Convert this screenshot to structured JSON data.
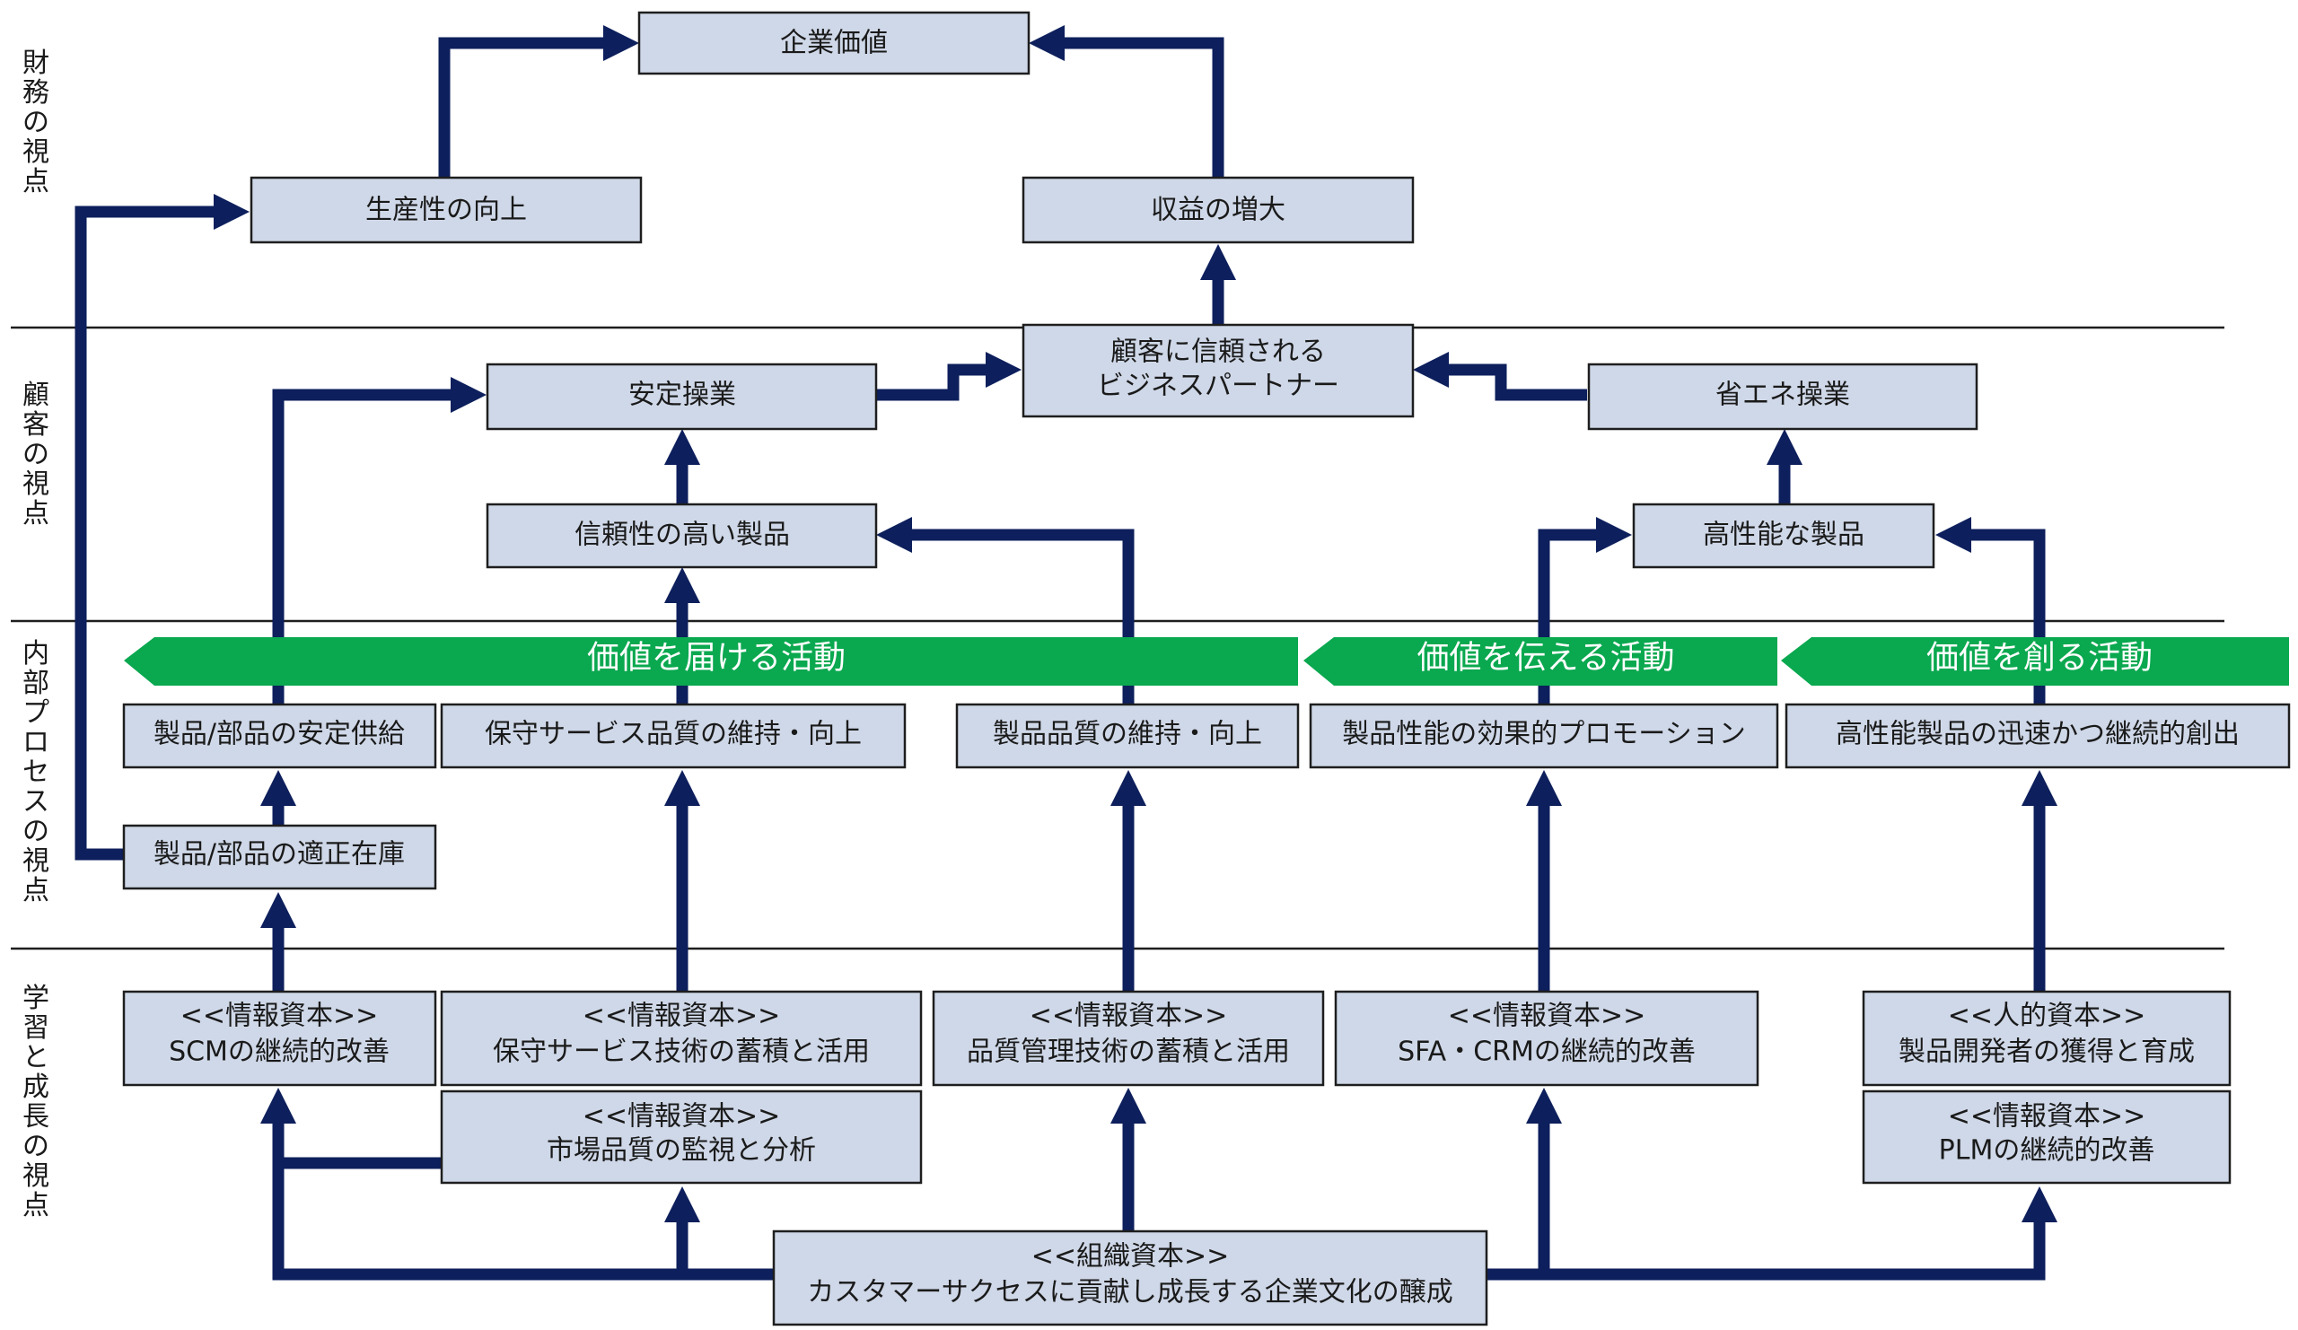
{
  "perspectives": {
    "financial": "財務の視点",
    "customer": "顧客の視点",
    "internal": "内部プロセスの視点",
    "learning": "学習と成長の視点"
  },
  "financial": {
    "corporate_value": "企業価値",
    "productivity": "生産性の向上",
    "revenue": "収益の増大"
  },
  "customer": {
    "trusted_partner": [
      "顧客に信頼される",
      "ビジネスパートナー"
    ],
    "stable_operation": "安定操業",
    "energy_saving": "省エネ操業",
    "reliable_products": "信頼性の高い製品",
    "high_performance": "高性能な製品"
  },
  "internal": {
    "banner_deliver": "価値を届ける活動",
    "banner_communicate": "価値を伝える活動",
    "banner_create": "価値を創る活動",
    "stable_supply": "製品/部品の安定供給",
    "service_quality": "保守サービス品質の維持・向上",
    "product_quality": "製品品質の維持・向上",
    "promotion": "製品性能の効果的プロモーション",
    "rapid_creation": "高性能製品の迅速かつ継続的創出",
    "inventory": "製品/部品の適正在庫"
  },
  "learning": {
    "scm": [
      "<<情報資本>>",
      "SCMの継続的改善"
    ],
    "service_tech": [
      "<<情報資本>>",
      "保守サービス技術の蓄積と活用"
    ],
    "market_quality": [
      "<<情報資本>>",
      "市場品質の監視と分析"
    ],
    "qc_tech": [
      "<<情報資本>>",
      "品質管理技術の蓄積と活用"
    ],
    "sfa_crm": [
      "<<情報資本>>",
      "SFA・CRMの継続的改善"
    ],
    "developers": [
      "<<人的資本>>",
      "製品開発者の獲得と育成"
    ],
    "plm": [
      "<<情報資本>>",
      "PLMの継続的改善"
    ],
    "culture": [
      "<<組織資本>>",
      "カスタマーサクセスに貢献し成長する企業文化の醸成"
    ]
  },
  "colors": {
    "box_fill": "#cfd8e8",
    "arrow": "#0d1f5c",
    "banner": "#0aa84f"
  }
}
